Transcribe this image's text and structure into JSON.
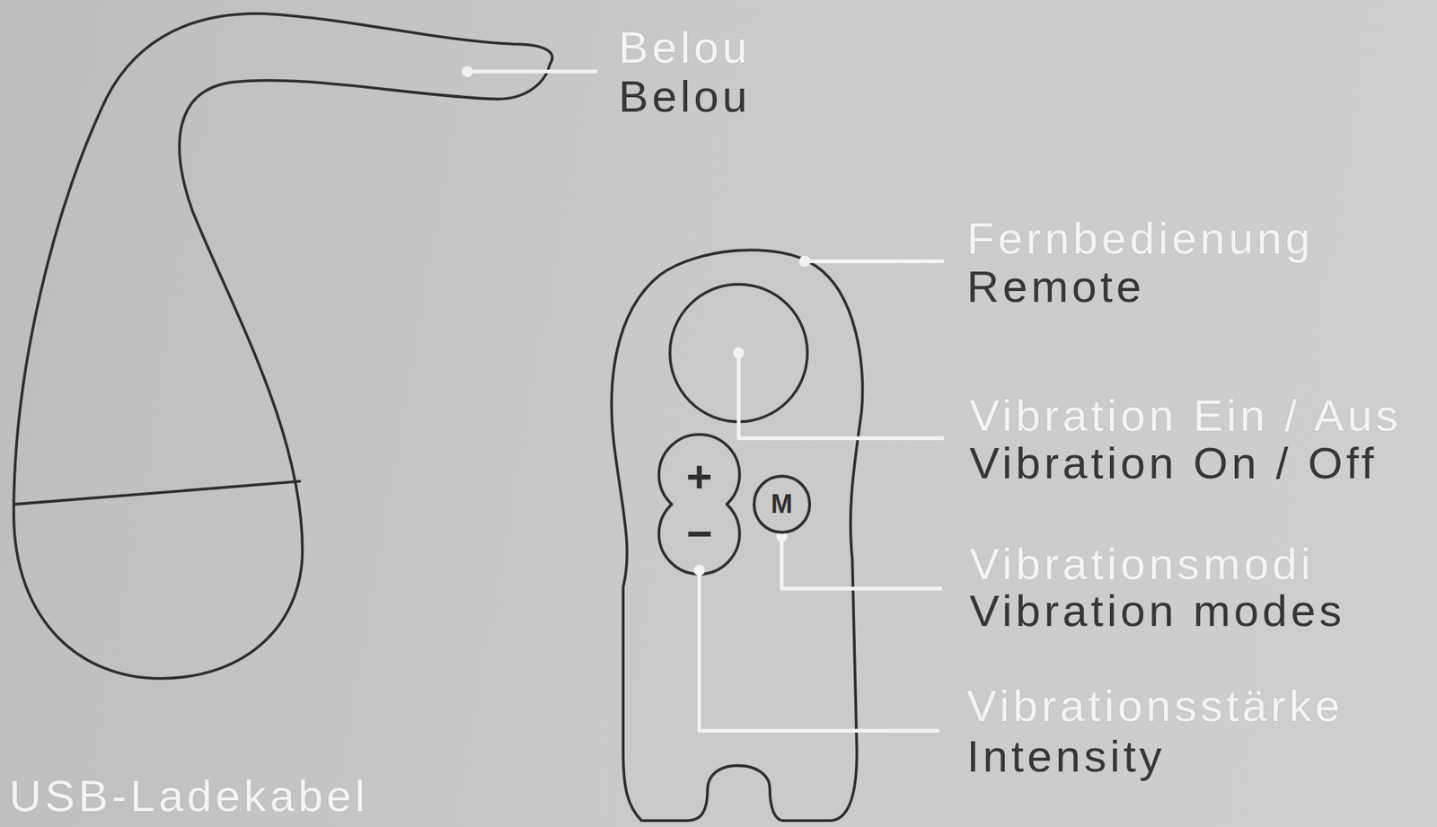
{
  "diagram": {
    "nodes": [
      {
        "text": [
          "+"
        ]
      },
      {
        "text": [
          "−"
        ]
      },
      {
        "text": [
          "M"
        ]
      }
    ],
    "labels": [
      "Belou",
      "Belou",
      "Fernbedienung",
      "Remote",
      "Vibration Ein / Aus",
      "Vibration On / Off",
      "Vibrationsmodi",
      "Vibration modes",
      "Vibrationsstärke",
      "Intensity",
      "USB-Ladekabel"
    ]
  }
}
